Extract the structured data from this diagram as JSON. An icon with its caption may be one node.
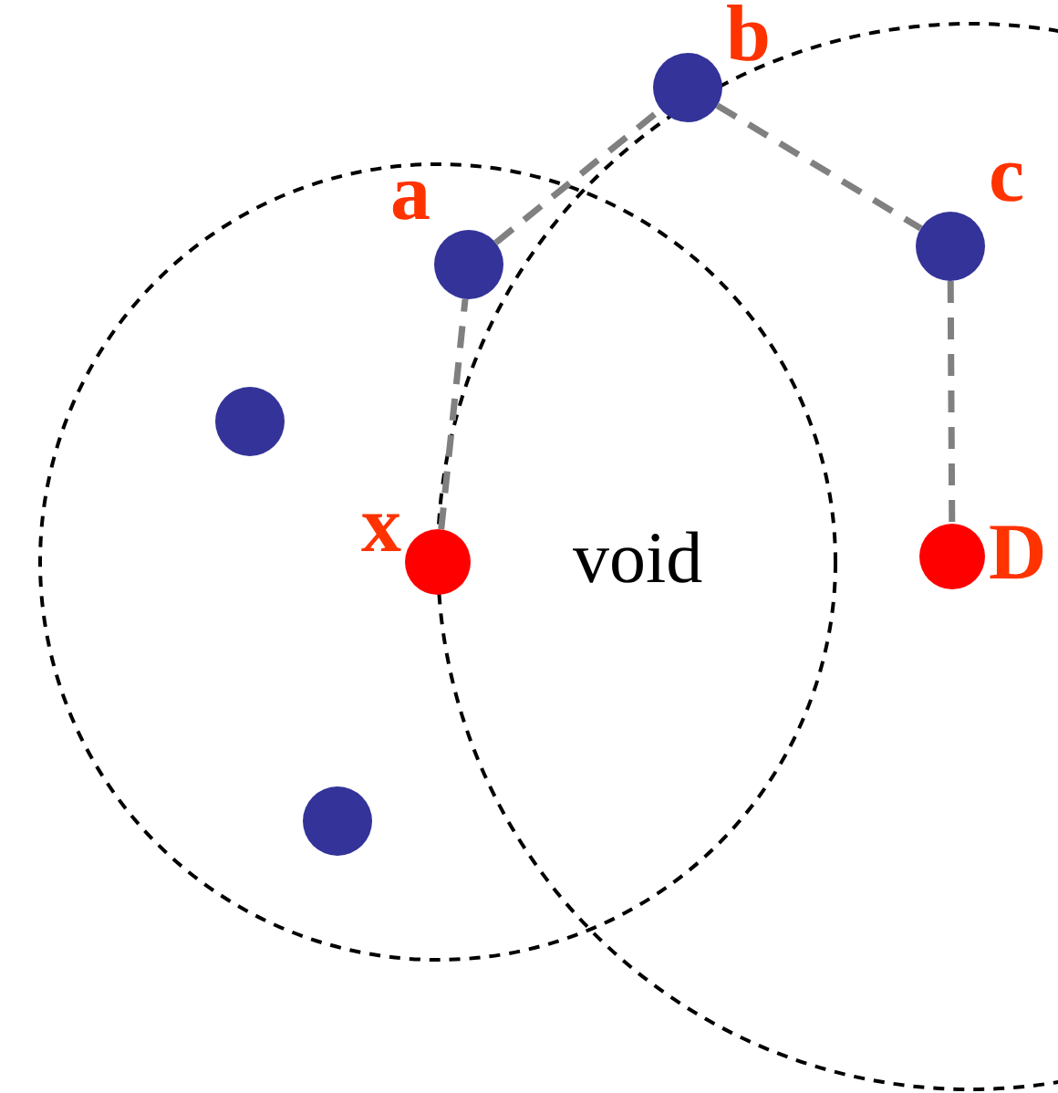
{
  "diagram": {
    "nodes": [
      {
        "text": [
          "b"
        ]
      },
      {
        "text": [
          "c"
        ]
      },
      {
        "text": [
          "a"
        ]
      },
      {
        "text": [
          "x"
        ]
      },
      {
        "text": [
          "D"
        ]
      },
      {
        "text": [],
        "shape": "circle"
      },
      {
        "text": [],
        "shape": "circle"
      }
    ],
    "edges": [
      {
        "from": 3,
        "to": 2,
        "arrow": "none",
        "style": "dashed"
      },
      {
        "from": 2,
        "to": 0,
        "arrow": "none",
        "style": "dashed"
      },
      {
        "from": 0,
        "to": 1,
        "arrow": "none",
        "style": "dashed"
      },
      {
        "from": 1,
        "to": 4,
        "arrow": "none",
        "style": "dashed"
      }
    ],
    "labels": [
      "void"
    ]
  }
}
